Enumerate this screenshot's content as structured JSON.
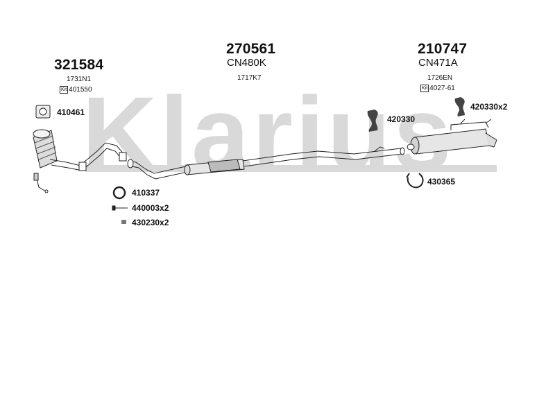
{
  "watermark": {
    "text": "Klarius",
    "color": "#d9d9d9"
  },
  "groups": [
    {
      "number": "321584",
      "code": "",
      "ref": "1731N1",
      "kit_label": "Kit",
      "kit_number": "401550"
    },
    {
      "number": "270561",
      "code": "CN480K",
      "ref": "1717K7",
      "kit_label": "",
      "kit_number": ""
    },
    {
      "number": "210747",
      "code": "CN471A",
      "ref": "1726EN",
      "kit_label": "Kit",
      "kit_number": "4027·61"
    }
  ],
  "fittings": [
    {
      "label": "410461",
      "icon": "gasket-ring-icon"
    },
    {
      "label": "410337",
      "icon": "ring-icon"
    },
    {
      "label": "440003x2",
      "icon": "bolt-icon"
    },
    {
      "label": "430230x2",
      "icon": "nut-icon"
    },
    {
      "label": "420330",
      "icon": "rubber-hanger-icon"
    },
    {
      "label": "420330x2",
      "icon": "rubber-hanger-icon"
    },
    {
      "label": "430365",
      "icon": "clamp-icon"
    }
  ],
  "colors": {
    "line": "#222222",
    "part_fill": "#e8e8e8",
    "shade": "#9a9a9a"
  }
}
